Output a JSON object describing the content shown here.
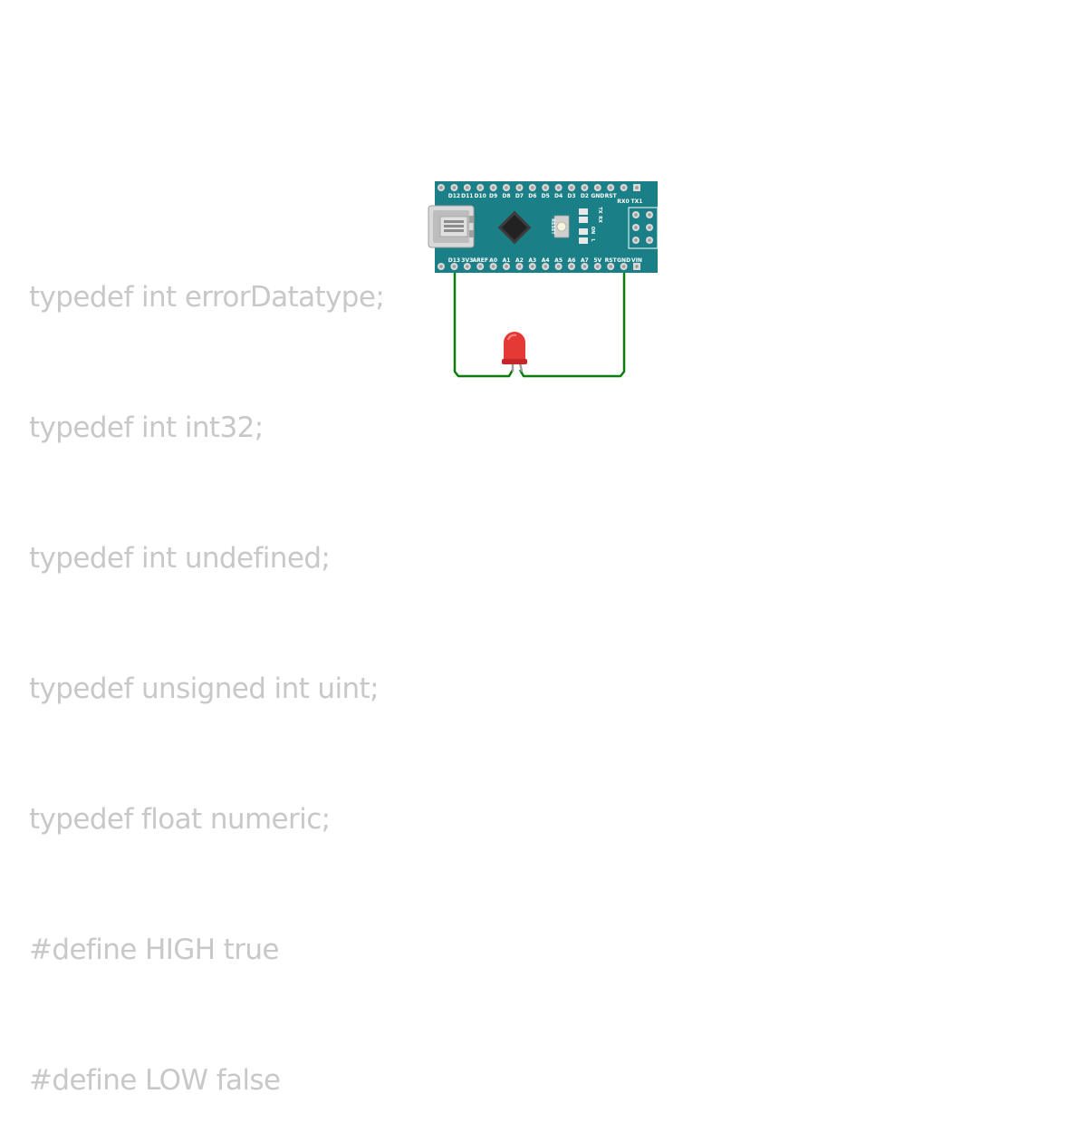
{
  "code": {
    "lines": [
      "typedef int errorDatatype;",
      "typedef int int32;",
      "typedef int undefined;",
      "typedef unsigned int uint;",
      "typedef float numeric;",
      "#define HIGH true",
      "#define LOW false"
    ]
  },
  "board": {
    "top_pins": [
      "D12",
      "D11",
      "D10",
      "D9",
      "D8",
      "D7",
      "D6",
      "D5",
      "D4",
      "D3",
      "D2",
      "GND",
      "RST"
    ],
    "top_right_labels": [
      "RX0",
      "TX1"
    ],
    "bottom_pins": [
      "D13",
      "3V3",
      "AREF",
      "A0",
      "A1",
      "A2",
      "A3",
      "A4",
      "A5",
      "A6",
      "A7",
      "5V",
      "RST",
      "GND",
      "VIN"
    ],
    "reset_label": "RESET",
    "led_labels": [
      "TX",
      "RX",
      "ON",
      "L"
    ],
    "colors": {
      "board": "#1a7f86",
      "wire": "#0a7d0a",
      "led": "#e53935"
    }
  }
}
